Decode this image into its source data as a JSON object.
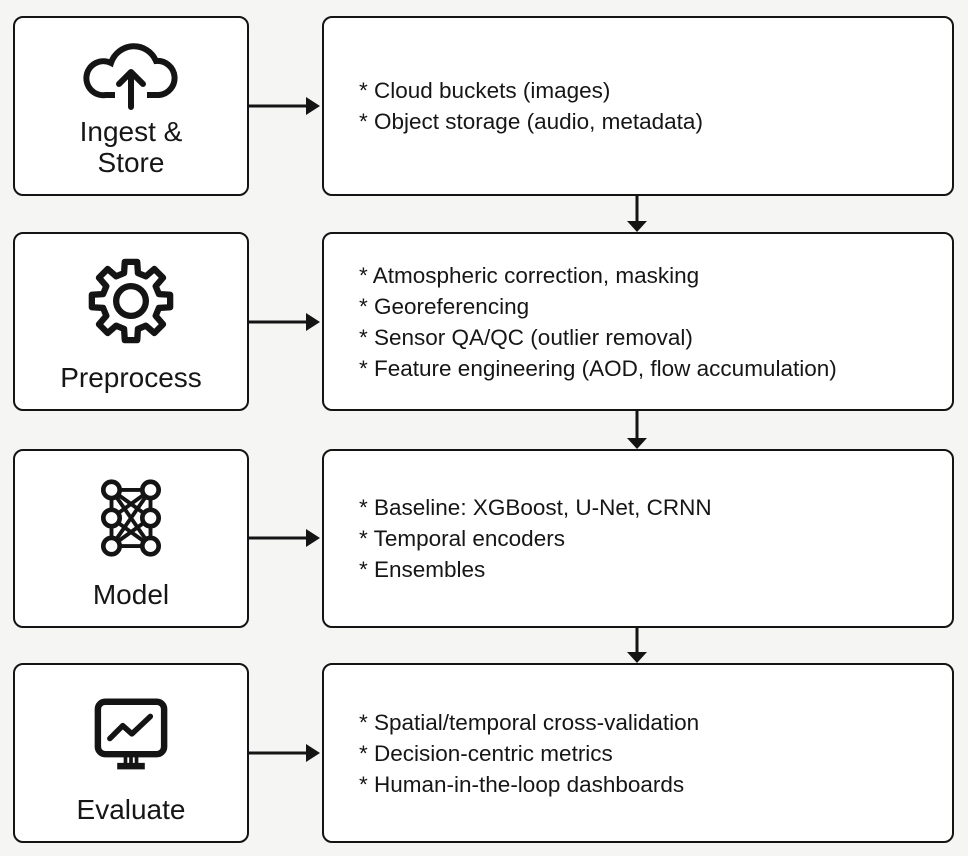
{
  "diagram": {
    "kind": "ml-pipeline-flowchart",
    "background_color": "#f5f5f4",
    "box_fill": "#ffffff",
    "stroke_color": "#141414",
    "text_color": "#161616"
  },
  "stages": [
    {
      "label": "Ingest & Store",
      "icon": "cloud-upload-icon",
      "bullets": [
        "* Cloud buckets (images)",
        "* Object storage (audio, metadata)"
      ]
    },
    {
      "label": "Preprocess",
      "icon": "gear-icon",
      "bullets": [
        "* Atmospheric correction, masking",
        "* Georeferencing",
        "* Sensor QA/QC (outlier removal)",
        "* Feature engineering (AOD, flow accumulation)"
      ]
    },
    {
      "label": "Model",
      "icon": "neural-network-icon",
      "bullets": [
        "* Baseline: XGBoost, U-Net, CRNN",
        "* Temporal encoders",
        "* Ensembles"
      ]
    },
    {
      "label": "Evaluate",
      "icon": "monitor-chart-icon",
      "bullets": [
        "* Spatial/temporal cross-validation",
        "* Decision-centric metrics",
        "* Human-in-the-loop dashboards"
      ]
    }
  ]
}
